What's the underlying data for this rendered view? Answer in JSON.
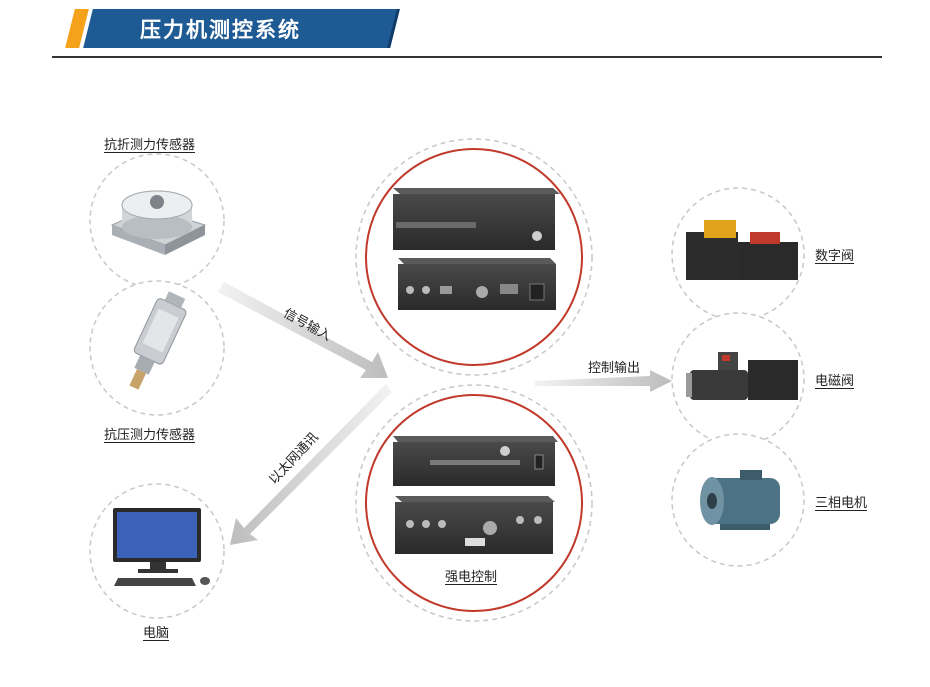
{
  "header": {
    "title": "压力机测控系统"
  },
  "inputs": {
    "bending_sensor": "抗折测力传感器",
    "compression_sensor": "抗压测力传感器",
    "computer": "电脑"
  },
  "flows": {
    "signal_input": "信号输入",
    "ethernet": "以太网通讯",
    "control_output": "控制输出"
  },
  "center": {
    "strong_control": "强电控制"
  },
  "outputs": {
    "digital_valve": "数字阀",
    "solenoid_valve": "电磁阀",
    "motor": "三相电机"
  },
  "colors": {
    "title_bar": "#1e5a93",
    "accent": "#f5a21b",
    "ring_red": "#c0392b",
    "dashed_gray": "#c8c8c8",
    "arrow_gray": "#d5d5d5"
  }
}
